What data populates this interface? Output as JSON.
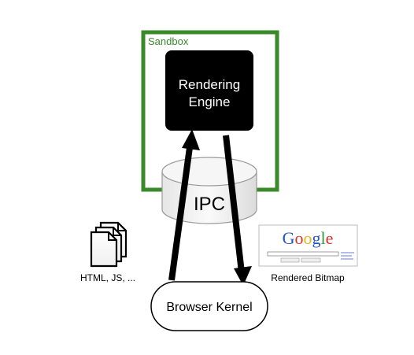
{
  "diagram": {
    "sandbox_label": "Sandbox",
    "engine_label_line1": "Rendering",
    "engine_label_line2": "Engine",
    "ipc_label": "IPC",
    "kernel_label": "Browser Kernel",
    "docs_label": "HTML, JS, ...",
    "bitmap_label": "Rendered Bitmap",
    "google_logo_letters": [
      "G",
      "o",
      "o",
      "g",
      "l",
      "e"
    ],
    "colors": {
      "sandbox": "#3a8a2a",
      "engine": "#000000",
      "ipc_fill": "#efefef",
      "arrow": "#000000",
      "google_blue": "#2456c6",
      "google_red": "#d6332a",
      "google_yellow": "#e8b313",
      "google_green": "#2f9a3c"
    }
  }
}
